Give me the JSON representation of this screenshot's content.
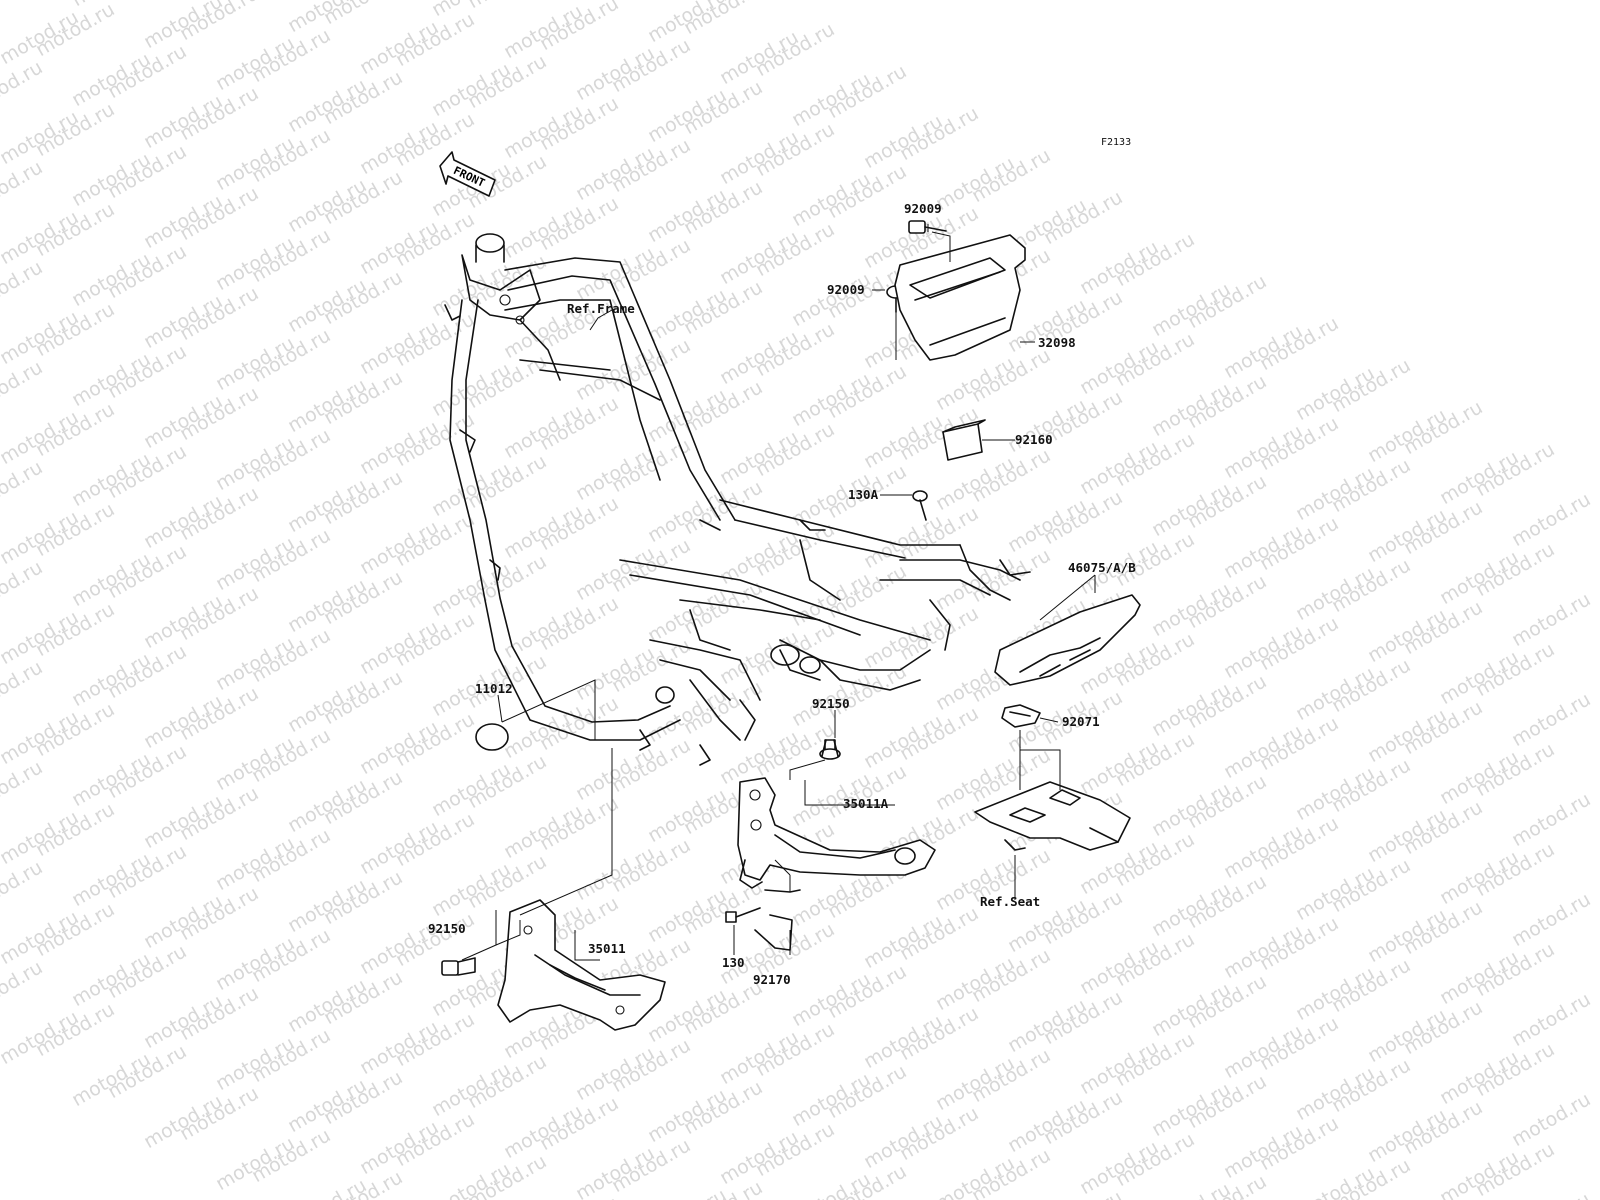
{
  "figure_code": "F2133",
  "front_arrow": "FRONT",
  "watermark": "motod.ru",
  "parts": {
    "p92009a": "92009",
    "p92009b": "92009",
    "p32098": "32098",
    "p92160": "92160",
    "p130A": "130A",
    "p46075": "46075/A/B",
    "pRefFrame": "Ref.Frame",
    "p11012": "11012",
    "p92150a": "92150",
    "p92071": "92071",
    "p35011A": "35011A",
    "pRefSeat": "Ref.Seat",
    "p92150b": "92150",
    "p35011": "35011",
    "p130": "130",
    "p92170": "92170"
  }
}
